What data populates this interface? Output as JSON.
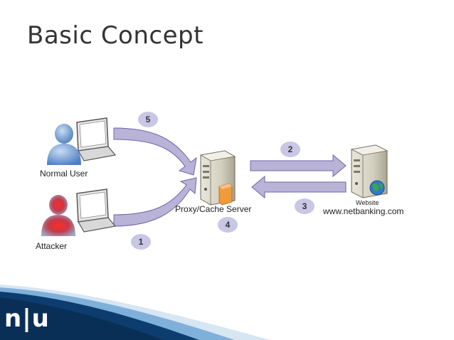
{
  "slide": {
    "title": "Basic Concept",
    "logo_text": "n|u"
  },
  "nodes": {
    "normal_user": "Normal User",
    "attacker": "Attacker",
    "proxy": "Proxy/Cache Server",
    "website_title": "Website",
    "website_url": "www.netbanking.com"
  },
  "steps": {
    "s1": "1",
    "s2": "2",
    "s3": "3",
    "s4": "4",
    "s5": "5"
  },
  "colors": {
    "arrow_fill": "#b9b3d8",
    "arrow_stroke": "#6e64a8",
    "badge": "#c9c6e6",
    "footer_dark": "#0d3d6e"
  }
}
